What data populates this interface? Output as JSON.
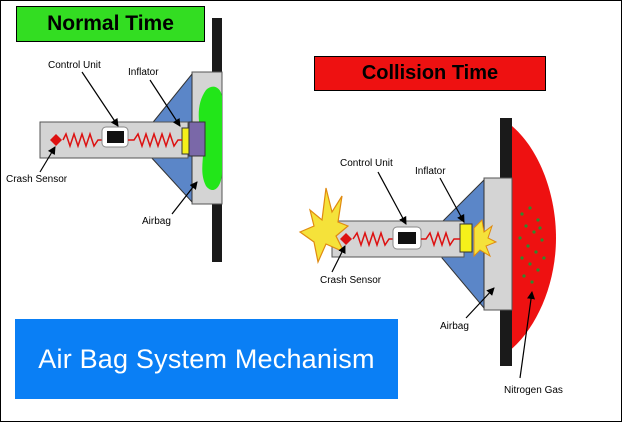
{
  "titles": {
    "normal": "Normal Time",
    "collision": "Collision Time",
    "system": "Air Bag System Mechanism"
  },
  "labels": {
    "control_unit": "Control Unit",
    "inflator": "Inflator",
    "crash_sensor": "Crash Sensor",
    "airbag": "Airbag",
    "nitrogen_gas": "Nitrogen Gas"
  },
  "colors": {
    "normal_title": "#33dd22",
    "collision_title": "#ee1111",
    "system_title": "#0a7ff5",
    "tube": "#d4d4d4",
    "cone": "#5b86c8",
    "inflator": "#f5f01a",
    "airbag_deflated": "#22e619",
    "airbag_inflated": "#ee1111",
    "nitrogen_dots": "#2e8b2e",
    "spring": "#dd1111",
    "impact": "#f5e23a"
  }
}
